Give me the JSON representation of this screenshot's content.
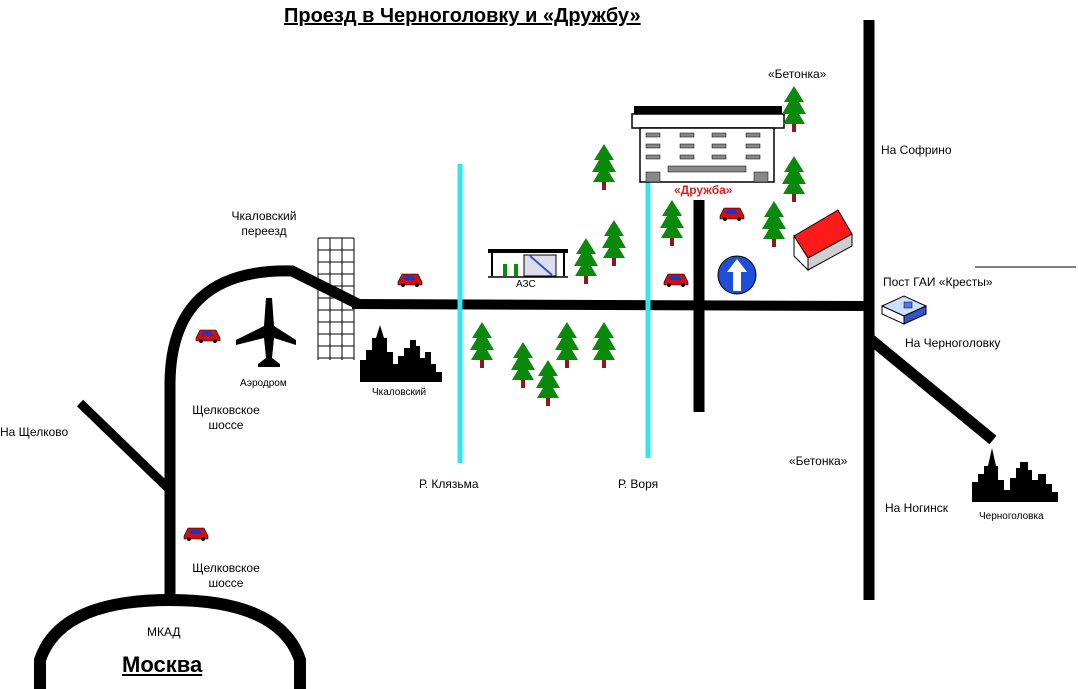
{
  "title": "Проезд в Черноголовку и «Дружбу»",
  "city": "Москва",
  "labels": {
    "mkad": "МКАД",
    "to_schelkovo": "На Щелково",
    "schelkovo_highway_1": "Щелковское",
    "schelkovo_highway_1b": "шоссе",
    "schelkovo_highway_2": "Щелковское",
    "schelkovo_highway_2b": "шоссе",
    "aerodrome": "Аэродром",
    "chkalovsky_crossing_1": "Чкаловский",
    "chkalovsky_crossing_2": "переезд",
    "chkalovsky": "Чкаловский",
    "gas_station": "АЗС",
    "river_klyazma": "Р. Клязьма",
    "river_vorya": "Р. Воря",
    "druzhba": "«Дружба»",
    "betonka_top": "«Бетонка»",
    "to_sofrino": "На Софрино",
    "post_gai": "Пост ГАИ «Кресты»",
    "to_chernogolovka": "На Черноголовку",
    "betonka_bottom": "«Бетонка»",
    "to_noginsk": "На Ногинск",
    "chernogolovka": "Черноголовка"
  },
  "colors": {
    "road": "#000000",
    "river": "#33e6ee",
    "tree": "#0a8a0a",
    "trunk": "#8b1a1a",
    "car": "#cc1111",
    "car_window": "#2233cc",
    "house_roof": "#ff1a1a",
    "sign_blue": "#1f4fd8",
    "druzhba_label": "#e02020"
  },
  "icons": [
    "airplane-icon",
    "car-icon",
    "tree-icon",
    "building-icon",
    "gas-station-icon",
    "house-icon",
    "direction-sign-icon",
    "police-post-icon",
    "city-silhouette-icon"
  ]
}
